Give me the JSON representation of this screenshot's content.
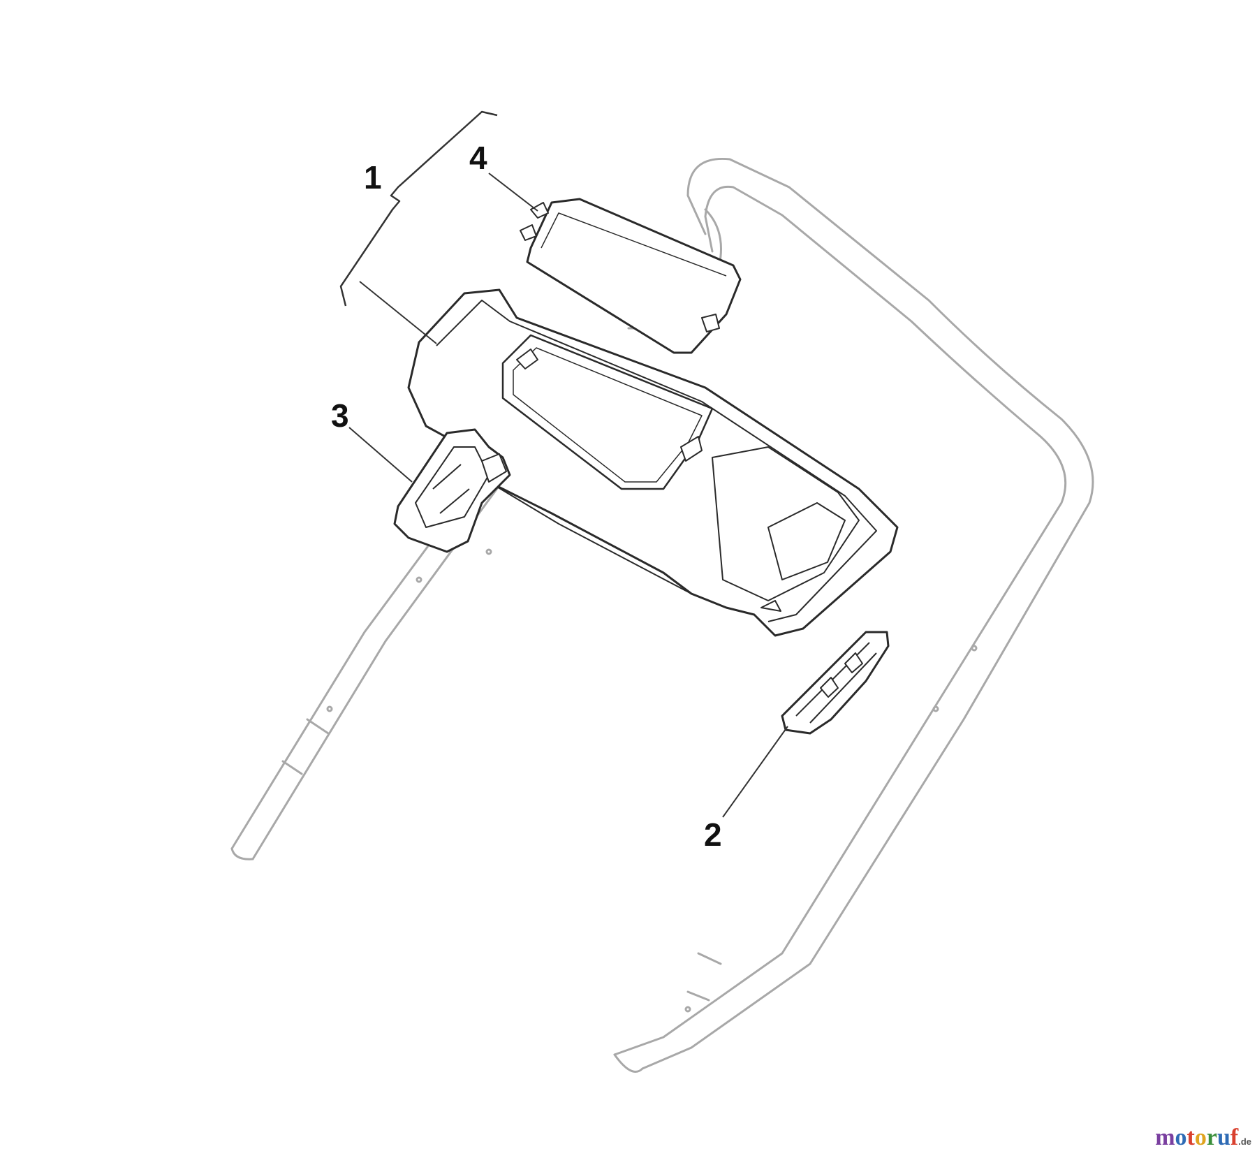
{
  "callouts": [
    {
      "id": "1",
      "label": "1"
    },
    {
      "id": "2",
      "label": "2"
    },
    {
      "id": "3",
      "label": "3"
    },
    {
      "id": "4",
      "label": "4"
    }
  ],
  "watermark": {
    "letters": [
      "m",
      "o",
      "t",
      "o",
      "r",
      "u",
      "f"
    ],
    "letter_colors": [
      "#7a3fa0",
      "#2e6bb5",
      "#d9402e",
      "#e0a41f",
      "#3a8f3a",
      "#2e6bb5",
      "#d9402e"
    ],
    "tld": ".de"
  },
  "colors": {
    "part_outline": "#2a2a2a",
    "handle_outline": "#a8a8a8",
    "leader_line": "#333333",
    "part_fill": "#ffffff"
  }
}
